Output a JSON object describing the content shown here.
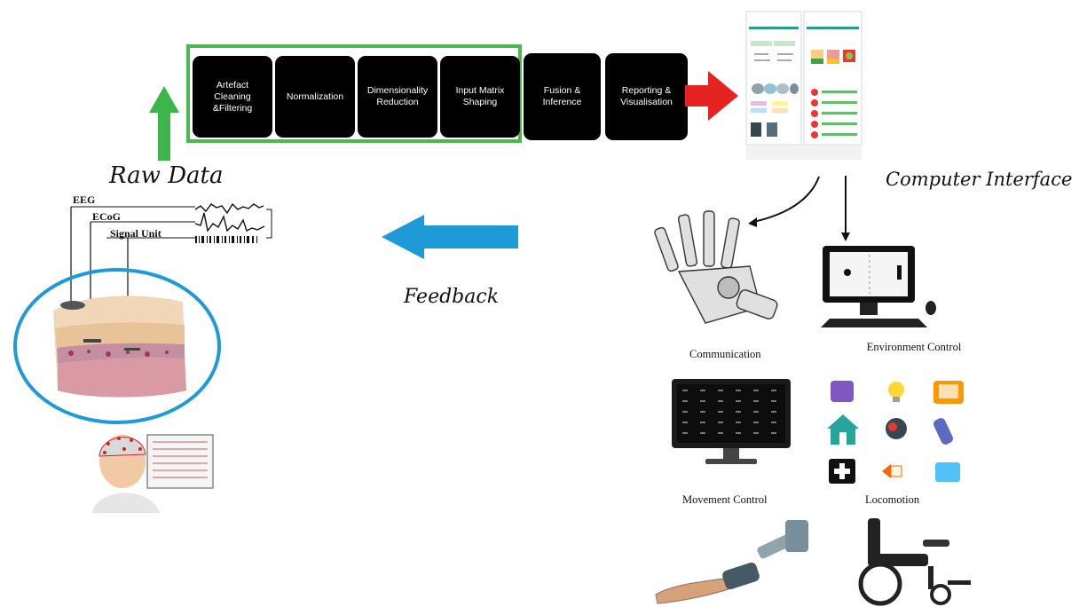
{
  "pipeline": {
    "steps": [
      {
        "label": "Artefact Cleaning &Filtering"
      },
      {
        "label": "Normalization"
      },
      {
        "label": "Dimensionality Reduction"
      },
      {
        "label": "Input Matrix Shaping"
      },
      {
        "label": "Fusion & Inference"
      },
      {
        "label": "Reporting & Visualisation"
      }
    ]
  },
  "labels": {
    "raw_data": "Raw Data",
    "feedback": "Feedback",
    "computer_interface": "Computer Interface"
  },
  "signals": {
    "eeg": "EEG",
    "ecog": "ECoG",
    "signal_unit": "Signal Unit"
  },
  "applications": {
    "communication": "Communication",
    "environment_control": "Environment Control",
    "movement_control": "Movement Control",
    "locomotion": "Locomotion"
  },
  "colors": {
    "pipeline_border": "#4cb84c",
    "up_arrow": "#3cb64a",
    "output_arrow": "#e52421",
    "feedback_arrow": "#1e9ad6",
    "scalp_outline": "#1e9ad6"
  }
}
